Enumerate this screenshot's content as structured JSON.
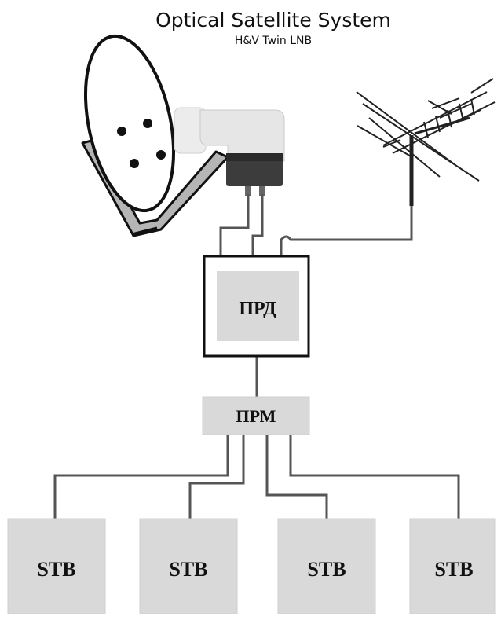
{
  "header": {
    "title": "Optical Satellite System",
    "subtitle": "H&V  Twin LNB"
  },
  "transmitter": {
    "label": "ПРД"
  },
  "receiver": {
    "label": "ПРМ"
  },
  "set_top_boxes": [
    {
      "label": "STB"
    },
    {
      "label": "STB"
    },
    {
      "label": "STB"
    },
    {
      "label": "STB"
    }
  ],
  "icons": {
    "dish": "satellite-dish-icon",
    "lnb": "twin-lnb-icon",
    "antenna": "yagi-antenna-icon"
  },
  "colors": {
    "box_fill": "#d9d9d9",
    "wire": "#555555",
    "background": "#ffffff"
  }
}
